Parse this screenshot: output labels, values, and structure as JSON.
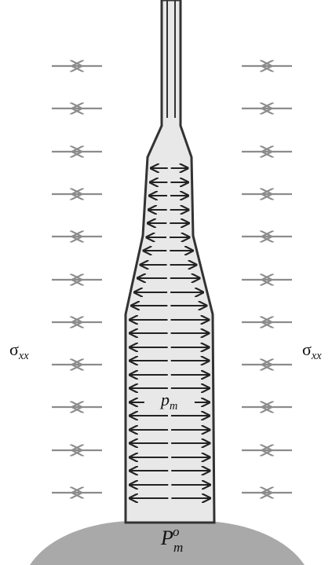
{
  "labels": {
    "sigma_left": {
      "base": "σ",
      "sub": "xx"
    },
    "sigma_right": {
      "base": "σ",
      "sub": "xx"
    },
    "pressure_inside": {
      "base": "p",
      "sub": "m"
    },
    "pressure_source": {
      "base": "P",
      "sub": "m",
      "sup": "o"
    }
  },
  "colors": {
    "dike_fill": "#e8e8e8",
    "dike_outline": "#333333",
    "chamber_fill": "#a9a9a9",
    "arrow_inner": "#222222",
    "arrow_outer": "#8c8c8c"
  },
  "icons": {
    "inner_arrows": "double-headed-arrow-outward-icon",
    "outer_arrows": "converging-arrows-icon"
  }
}
